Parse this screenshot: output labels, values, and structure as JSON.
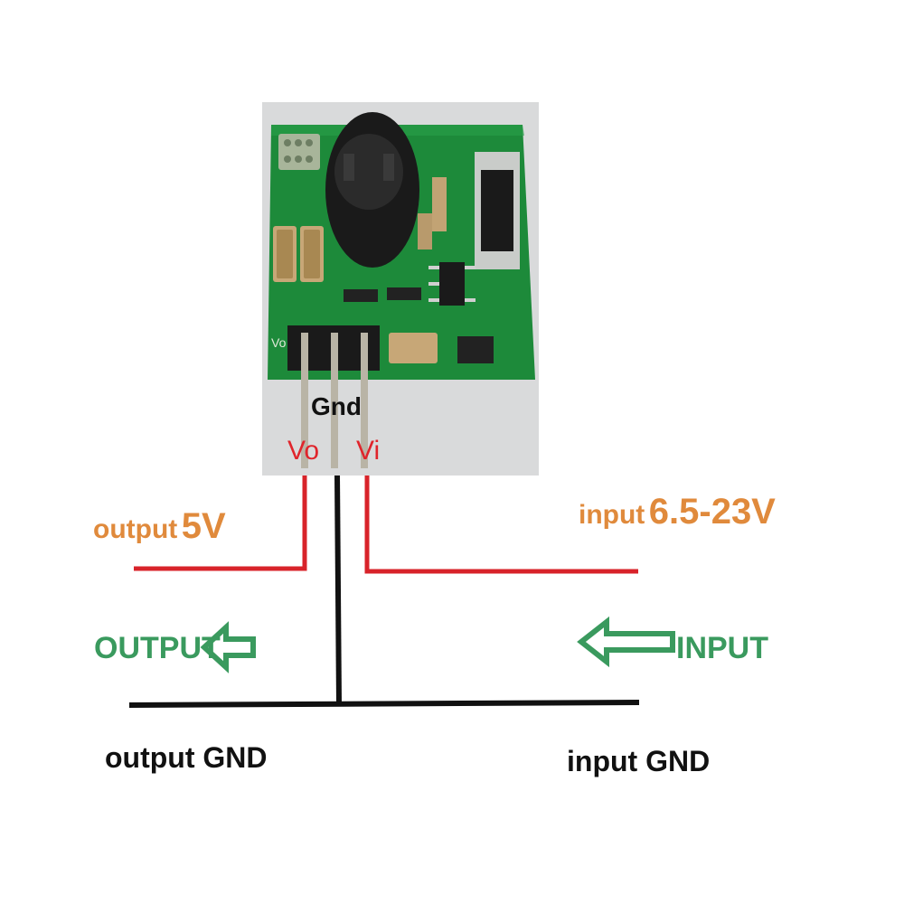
{
  "colors": {
    "pcb": "#1d8a3a",
    "pcb_dark": "#156b2c",
    "photo_bg": "#d9dadb",
    "wire_red": "#d8232a",
    "wire_black": "#111111",
    "label_orange": "#e08a3c",
    "label_green": "#3a9a5e",
    "pin_label_red": "#e0242b"
  },
  "module": {
    "pin_gnd": "Gnd",
    "pin_vo": "Vo",
    "pin_vi": "Vi",
    "silk_vo": "Vo"
  },
  "labels": {
    "output_prefix": "output",
    "output_value": "5V",
    "input_prefix": "input",
    "input_value": "6.5-23V",
    "output_arrow_text": "OUTPUT",
    "input_arrow_text": "INPUT",
    "output_gnd": "output GND",
    "input_gnd": "input GND"
  },
  "icons": {
    "left_arrow": "hollow-arrow-left-icon",
    "input_arrow": "hollow-arrow-left-icon"
  }
}
